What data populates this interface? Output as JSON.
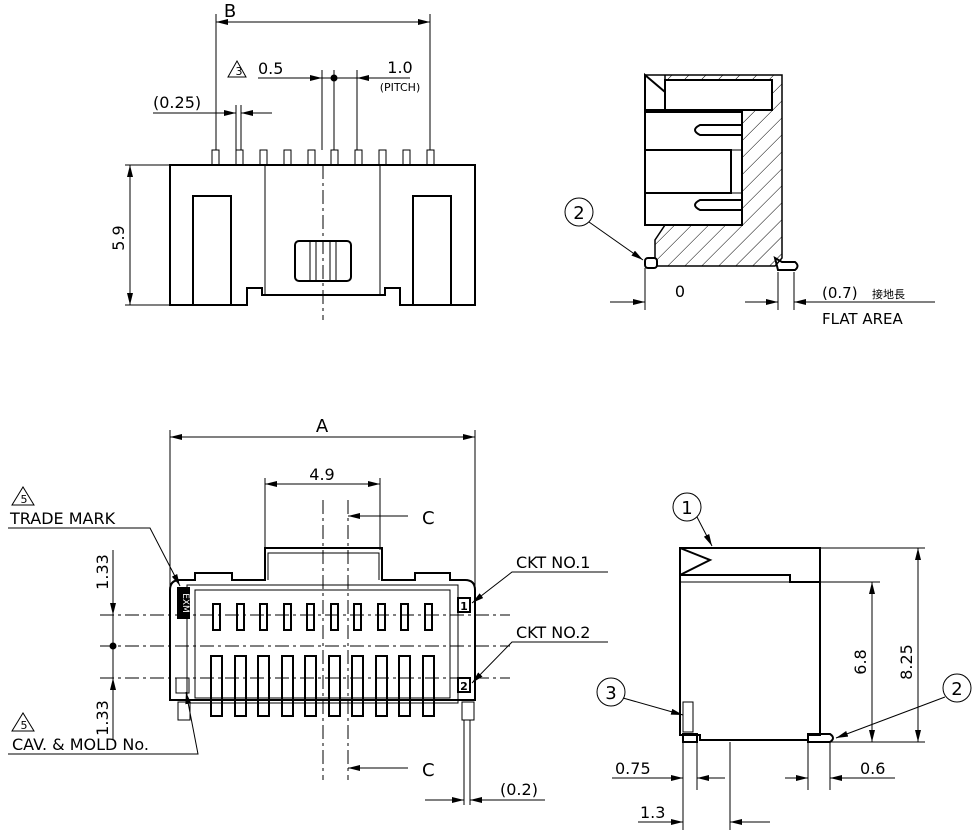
{
  "front_view": {
    "dim_b": "B",
    "note_3": "3",
    "dim_pin_width": "0.5",
    "dim_pitch": "1.0",
    "pitch_label": "(PITCH)",
    "dim_gap": "(0.25)",
    "dim_height": "5.9"
  },
  "side_section": {
    "balloon_2": "2",
    "dim_zero": "0",
    "flat_dim": "(0.7)",
    "flat_jp": "接地長",
    "flat_area": "FLAT AREA"
  },
  "bottom_view": {
    "dim_a": "A",
    "dim_center": "4.9",
    "note_5_top": "5",
    "trade_mark": "TRADE MARK",
    "trade_mark_glyph": "EXM",
    "dim_row_top": "1.33",
    "dim_row_bottom": "1.33",
    "ckt1_label": "CKT NO.1",
    "ckt1_mark": "1",
    "ckt2_label": "CKT NO.2",
    "ckt2_mark": "2",
    "section_top": "C",
    "section_bottom": "C",
    "note_5_bottom": "5",
    "cav_mold": "CAV. & MOLD No.",
    "dim_tail": "(0.2)"
  },
  "side_view": {
    "balloon_1": "1",
    "balloon_2": "2",
    "balloon_3": "3",
    "dim_body": "6.8",
    "dim_total": "8.25",
    "dim_left_tail": "0.75",
    "dim_left_total": "1.3",
    "dim_right_tail": "0.6"
  }
}
